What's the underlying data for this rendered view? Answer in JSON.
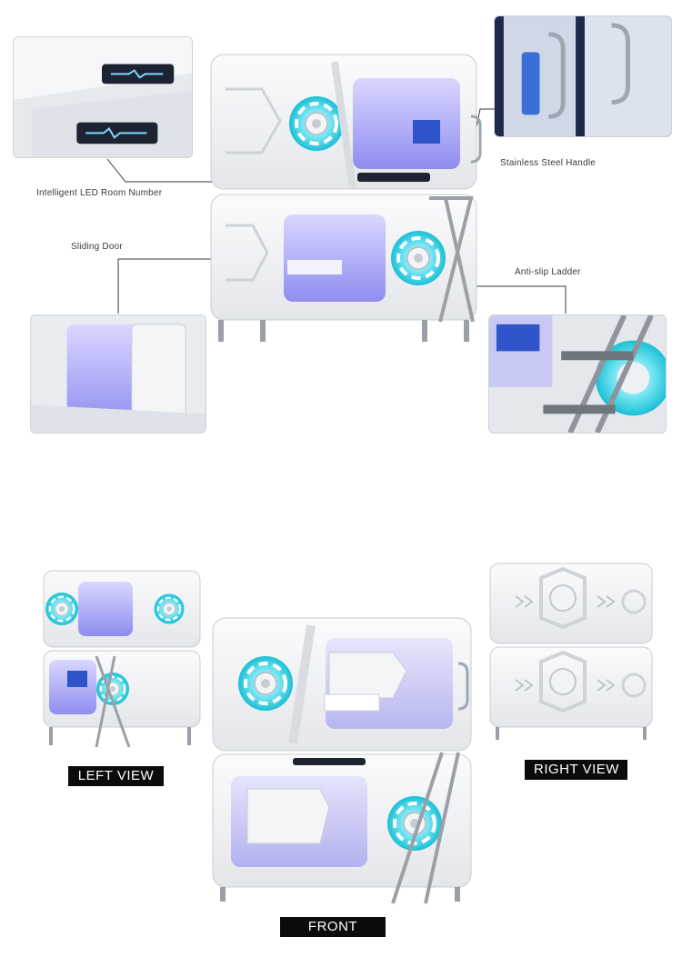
{
  "callouts": {
    "led_room_number": "Intelligent LED Room Number",
    "stainless_handle": "Stainless Steel Handle",
    "sliding_door": "Sliding Door",
    "anti_slip_ladder": "Anti-slip Ladder"
  },
  "views": {
    "left": "LEFT VIEW",
    "right": "RIGHT VIEW",
    "front": "FRONT"
  },
  "colors": {
    "shell": "#f3f4f6",
    "shell_edge": "#c9ccd1",
    "accent_cyan": "#38d6e8",
    "interior_glow": "#b9b6f5",
    "label_bg": "#0b0b0b",
    "leg": "#9aa0a6"
  }
}
